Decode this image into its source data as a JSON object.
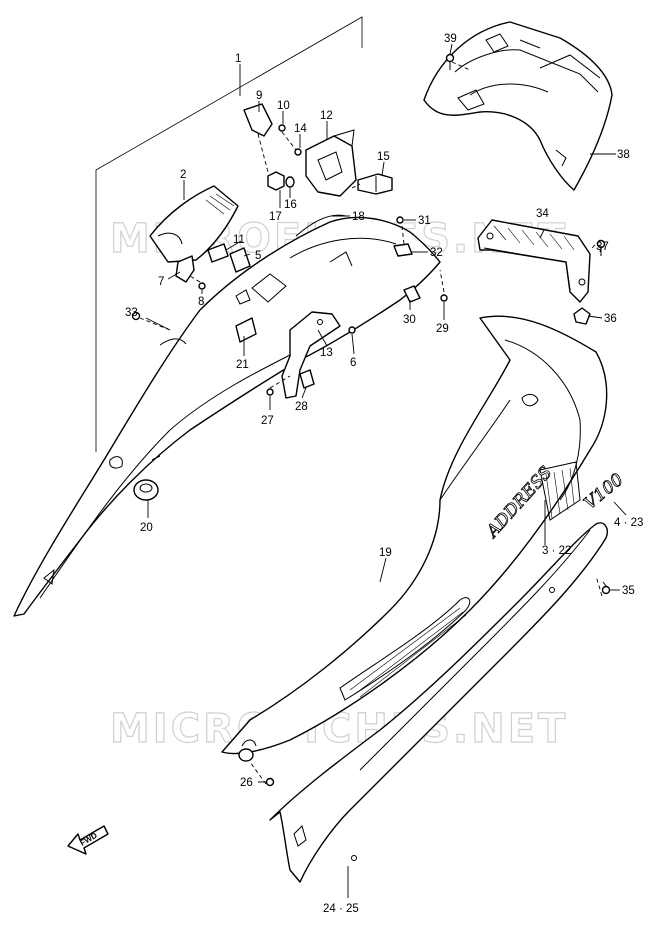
{
  "watermark": {
    "text": "MICROFICHES.NET"
  },
  "decals": {
    "model_text": "V100",
    "brand_text": "ADDRESS"
  },
  "fwd_arrow": {
    "label": "FWD"
  },
  "callouts": {
    "c1": "1",
    "c2": "2",
    "c3_22": "3 · 22",
    "c4_23": "4 · 23",
    "c5": "5",
    "c6": "6",
    "c7": "7",
    "c8": "8",
    "c9": "9",
    "c10": "10",
    "c11": "11",
    "c12": "12",
    "c13": "13",
    "c14": "14",
    "c15": "15",
    "c16": "16",
    "c17": "17",
    "c18": "18",
    "c19": "19",
    "c20": "20",
    "c21": "21",
    "c24_25": "24 · 25",
    "c26": "26",
    "c27": "27",
    "c28": "28",
    "c29": "29",
    "c30": "30",
    "c31": "31",
    "c32": "32",
    "c33": "33",
    "c34": "34",
    "c35": "35",
    "c36": "36",
    "c37": "37",
    "c38": "38",
    "c39": "39"
  }
}
